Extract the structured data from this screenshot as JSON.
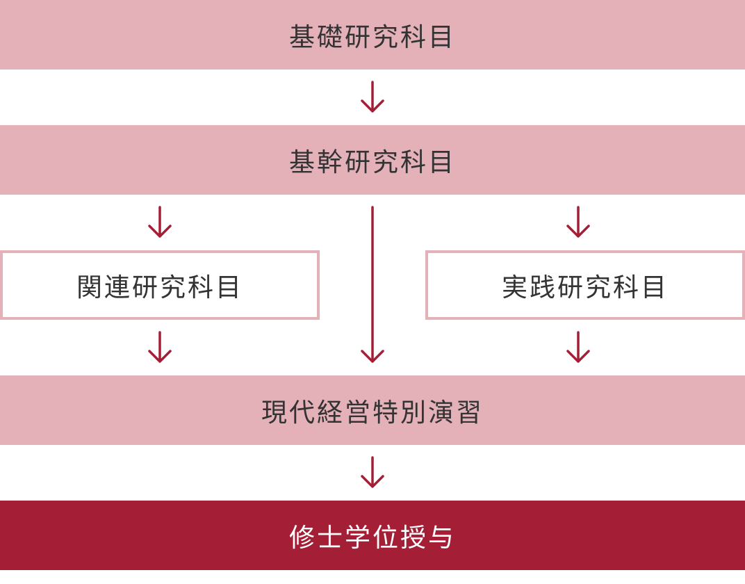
{
  "colors": {
    "band_light": "#e4b1b9",
    "band_dark": "#a41e36",
    "arrow": "#a41e36",
    "box_border": "#e4b1b9",
    "text": "#333333"
  },
  "stages": {
    "basic": "基礎研究科目",
    "core": "基幹研究科目",
    "related": "関連研究科目",
    "practical": "実践研究科目",
    "seminar": "現代経営特別演習",
    "degree": "修士学位授与"
  }
}
